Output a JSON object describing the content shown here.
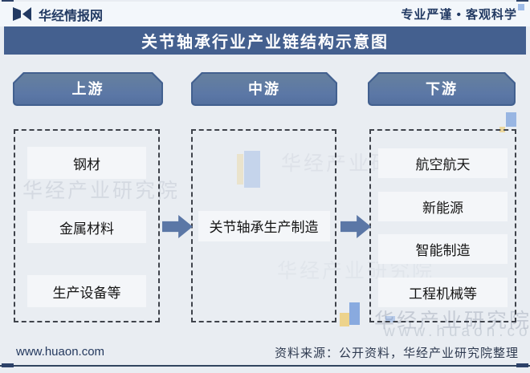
{
  "header": {
    "brand": "华经情报网",
    "slogan": "专业严谨 • 客观科学"
  },
  "title": "关节轴承行业产业链结构示意图",
  "columns": [
    {
      "label": "上游",
      "items": [
        "钢材",
        "金属材料",
        "生产设备等"
      ]
    },
    {
      "label": "中游",
      "items": [
        "关节轴承生产制造"
      ]
    },
    {
      "label": "下游",
      "items": [
        "航空航天",
        "新能源",
        "智能制造",
        "工程机械等"
      ]
    }
  ],
  "footer": {
    "site": "www.huaon.com",
    "source": "资料来源：公开资料，华经产业研究院整理"
  },
  "watermarks": {
    "org_text": "华经产业研究院",
    "site_text": "www.huaon.com"
  },
  "colors": {
    "title_bar": "#44608f",
    "column_header": "#5b77a6",
    "arrow": "#5b77a6",
    "watermark_yellow": "#f0c24a",
    "watermark_blue": "#4a7fd4"
  }
}
